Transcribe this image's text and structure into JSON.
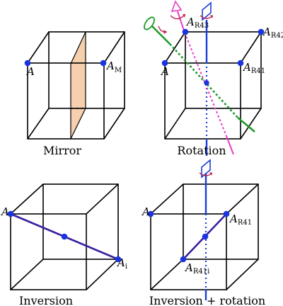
{
  "captions": {
    "mirror": "Mirror",
    "rotation": "Rotation",
    "inversion": "Inversion",
    "inversion_rotation": "Inversion + rotation"
  },
  "labels": {
    "mirror_a": "A",
    "mirror_am_base": "A",
    "mirror_am_sub": "M",
    "rot_a": "A",
    "rot_r41_base": "A",
    "rot_r41_sub": "R4",
    "rot_r41_tail": "1",
    "rot_r42_base": "A",
    "rot_r42_sub": "R4",
    "rot_r42_tail": "2",
    "rot_r43_base": "A",
    "rot_r43_sub": "R4",
    "rot_r43_tail": "3",
    "inv_a": "A",
    "inv_ai_base": "A",
    "inv_ai_sub": "i",
    "ir_a": "A",
    "ir_r41_base": "A",
    "ir_r41_sub": "R4",
    "ir_r41_tail": "1",
    "ir_r41i_base": "A",
    "ir_r41i_sub": "R4",
    "ir_r41i_tail": "1i"
  },
  "colors": {
    "point": "#1a35e0",
    "mirror_plane": "#f5cfae",
    "c4_axis": "#1a3fd6",
    "c3_axis": "#e83cc8",
    "c2_axis": "#1f9a2a",
    "inversion_line": "#3a1fa0",
    "rot_arrow": "#c0264a"
  }
}
